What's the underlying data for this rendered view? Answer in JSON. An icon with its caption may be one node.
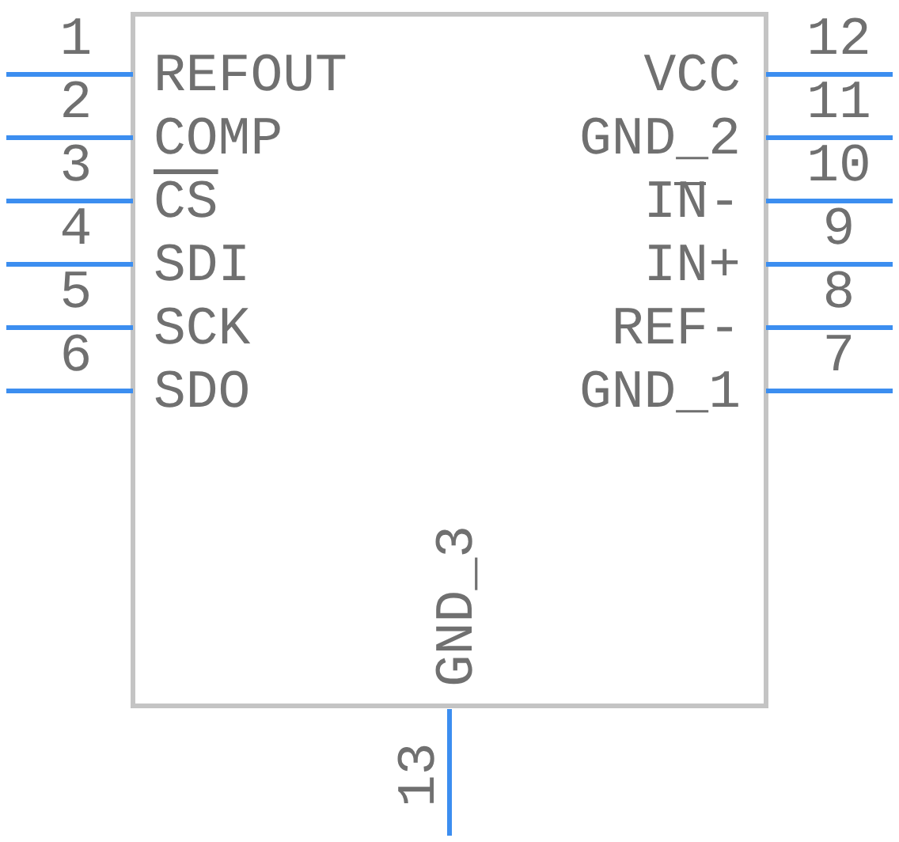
{
  "diagram": {
    "labels": [
      "1",
      "REFOUT",
      "VCC",
      "12",
      "2",
      "COMP",
      "GND_2",
      "11",
      "3",
      "CS",
      "IN-",
      "10",
      "4",
      "SDI",
      "IN+",
      "9",
      "5",
      "SCK",
      "REF-",
      "8",
      "6",
      "SDO",
      "GND_1",
      "7",
      "GND_3",
      "13"
    ]
  }
}
